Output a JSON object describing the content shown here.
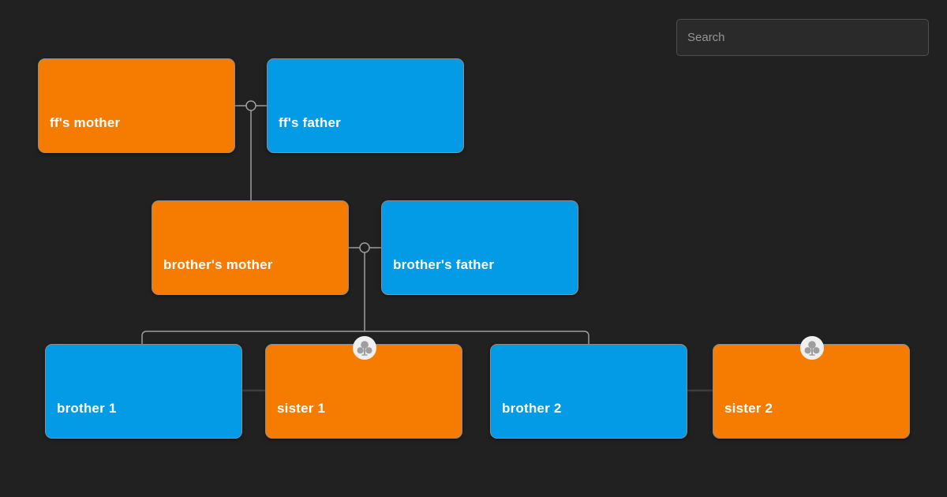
{
  "app": {
    "background": "#212121"
  },
  "colors": {
    "background": "#212121",
    "female": "#F57C00",
    "male": "#039BE5",
    "link": "#9e9e9e",
    "spouse_link": "#3e3e3e",
    "card_border": "#8d8d8d",
    "icon_bg": "#f0f0f0",
    "icon_glyph": "#9e9e9e",
    "label_text": "#ffffff"
  },
  "search": {
    "placeholder": "Search"
  },
  "tree": {
    "nodes": [
      {
        "id": "ffs-mother",
        "label": "ff's mother",
        "gender": "female",
        "mini_tree_icon": false
      },
      {
        "id": "ffs-father",
        "label": "ff's father",
        "gender": "male",
        "mini_tree_icon": false
      },
      {
        "id": "brothers-mother",
        "label": "brother's mother",
        "gender": "female",
        "mini_tree_icon": false
      },
      {
        "id": "brothers-father",
        "label": "brother's father",
        "gender": "male",
        "mini_tree_icon": false
      },
      {
        "id": "brother-1",
        "label": "brother 1",
        "gender": "male",
        "mini_tree_icon": false
      },
      {
        "id": "sister-1",
        "label": "sister 1",
        "gender": "female",
        "mini_tree_icon": true
      },
      {
        "id": "brother-2",
        "label": "brother 2",
        "gender": "male",
        "mini_tree_icon": false
      },
      {
        "id": "sister-2",
        "label": "sister 2",
        "gender": "female",
        "mini_tree_icon": true
      }
    ],
    "links": [
      {
        "type": "couple",
        "between": [
          "ffs-mother",
          "ffs-father"
        ]
      },
      {
        "type": "parent-child",
        "from": "ffs-mother + ff's father",
        "to": "brothers-mother"
      },
      {
        "type": "couple",
        "between": [
          "brothers-mother",
          "brothers-father"
        ]
      },
      {
        "type": "children-bus",
        "from": "brothers-mother + brother's father",
        "to": [
          "brother-1",
          "brother-2"
        ]
      },
      {
        "type": "spouse",
        "between": [
          "brother-1",
          "sister-1"
        ]
      },
      {
        "type": "spouse",
        "between": [
          "brother-2",
          "sister-2"
        ]
      }
    ]
  }
}
